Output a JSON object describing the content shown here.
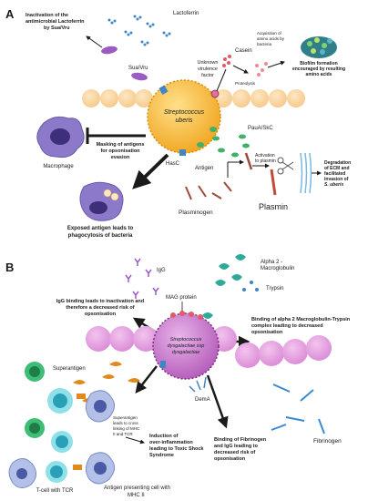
{
  "panelA": {
    "letter": "A",
    "bacterium": [
      "Streptococcus",
      "uberis"
    ],
    "inactivation": [
      "Inactivation of the",
      "antimicrobial Lactoferrin",
      "by Sua/Vru"
    ],
    "lactoferrin": "Lactoferrin",
    "sua_vru": "Sua/Vru",
    "casein": "Casein",
    "unknown_factor": [
      "Unknown",
      "virulence",
      "factor"
    ],
    "proteolysis": "Proteolysis",
    "acquisition": [
      "Acquisition of",
      "amino acids by",
      "bacteria"
    ],
    "biofilm": [
      "Biofilm formation",
      "encouraged by resulting",
      "amino acids"
    ],
    "masking": [
      "Masking of antigens",
      "for opsonisation",
      "evasion"
    ],
    "macrophage": "Macrophage",
    "hasc": "HasC",
    "antigen": "Antigen",
    "pauA": "PauA/SkC",
    "activation": [
      "Activation",
      "to plasmin"
    ],
    "plasmin": "Plasmin",
    "degradation": [
      "Degradation",
      "of ECM and",
      "facilitated",
      "invasion of",
      "S. uberis"
    ],
    "exposed": [
      "Exposed antigen leads to",
      "phagocytosis of bacteria"
    ],
    "plasminogen": "Plasminogen"
  },
  "panelB": {
    "letter": "B",
    "igg": "IgG",
    "alpha2": [
      "Alpha 2 -",
      "Macroglobulin"
    ],
    "trypsin": "Trypsin",
    "igg_binding": [
      "IgG binding leads to inactivation and",
      "therefore a decreased risk of",
      "opsonisation"
    ],
    "mag": "MAG protein",
    "binding_alpha": [
      "Binding of alpha 2 Macroglobulin-Trypsin",
      "complex leading to decreased",
      "opsonisation"
    ],
    "bacterium": [
      "Streptococcus",
      "dysgalactiae ssp",
      "dysgalactiae"
    ],
    "superantigen": "Superantigen",
    "dema": "DemA",
    "crosslink": [
      "Superantigen",
      "leads to cross",
      "linking of MHC",
      "II and TCR"
    ],
    "induction": [
      "Induction of",
      "over-inflammation",
      "leading to Toxic Shock",
      "Syndrome"
    ],
    "binding_fib": [
      "Binding of Fibrinogen",
      "and IgG leading to",
      "decreased risk of",
      "opsonisation"
    ],
    "fibrinogen": "Fibrinogen",
    "tcell": "T-cell with TCR",
    "apc": [
      "Antigen presenting cell with",
      "MHC II"
    ]
  }
}
